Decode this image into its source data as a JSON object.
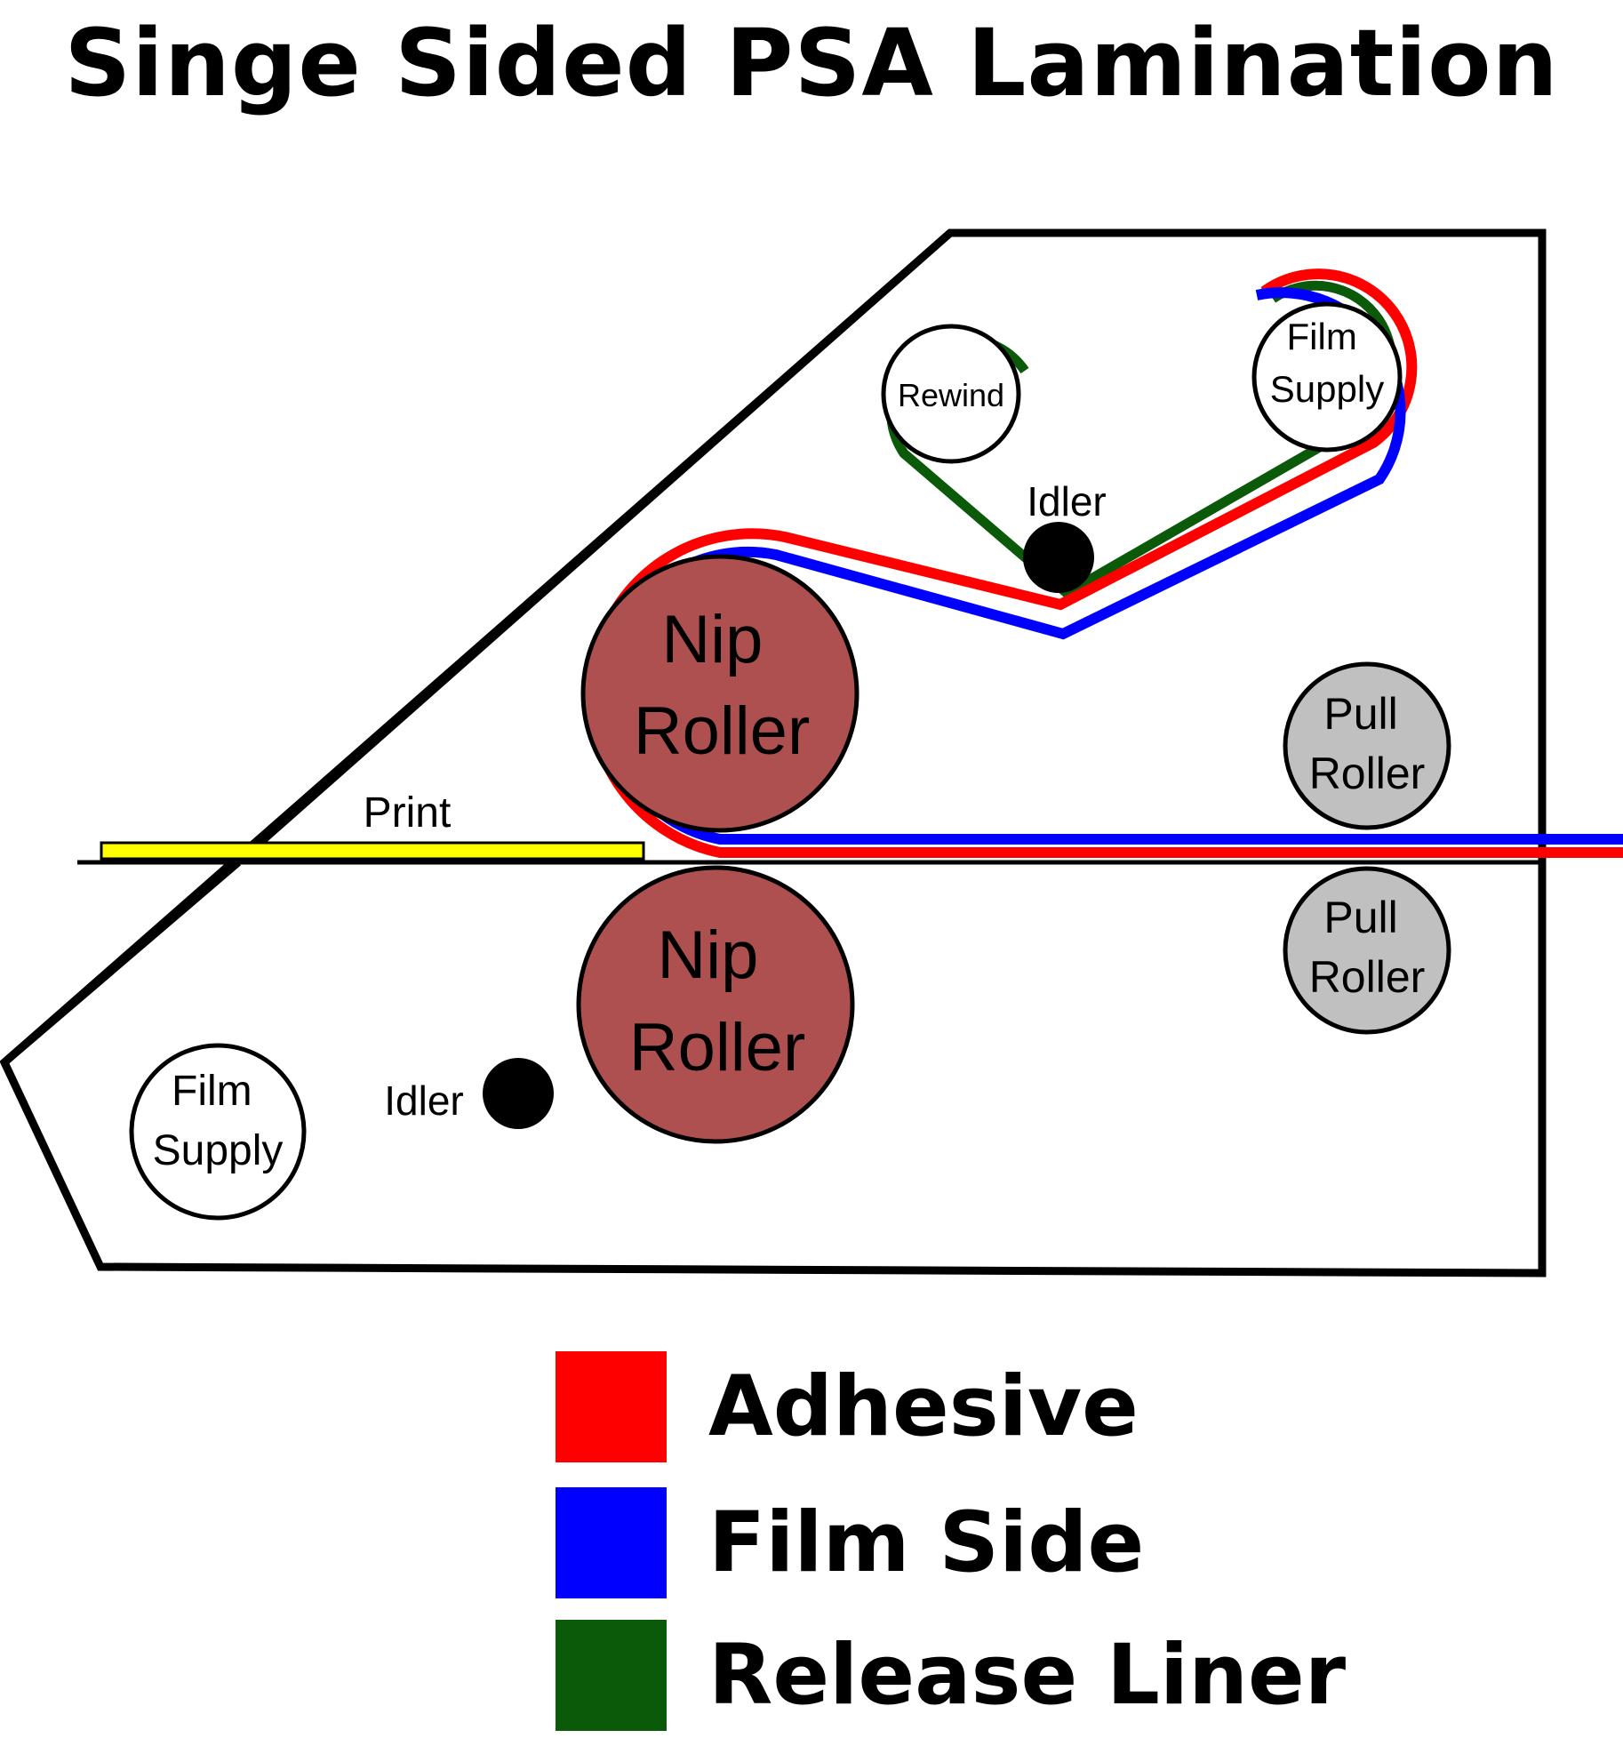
{
  "title": "Singe Sided PSA Lamination",
  "labels": {
    "rewind": "Rewind",
    "idler_top": "Idler",
    "idler_bottom": "Idler",
    "film_supply_top": [
      "Film",
      "Supply"
    ],
    "film_supply_bottom": [
      "Film",
      "Supply"
    ],
    "nip_roller_top": [
      "Nip",
      "Roller"
    ],
    "nip_roller_bottom": [
      "Nip",
      "Roller"
    ],
    "pull_roller_top": [
      "Pull",
      "Roller"
    ],
    "pull_roller_bottom": [
      "Pull",
      "Roller"
    ],
    "print": "Print"
  },
  "legend": [
    {
      "label": "Adhesive",
      "color": "#ff0000"
    },
    {
      "label": "Film Side",
      "color": "#0000ff"
    },
    {
      "label": "Release Liner",
      "color": "#0a5a0a"
    }
  ],
  "colors": {
    "adhesive": "#ff0000",
    "film_side": "#0000ff",
    "release_liner": "#0a5a0a",
    "nip_roller": "#ae5050",
    "pull_roller": "#c0c0c0",
    "print": "#ffff00"
  }
}
